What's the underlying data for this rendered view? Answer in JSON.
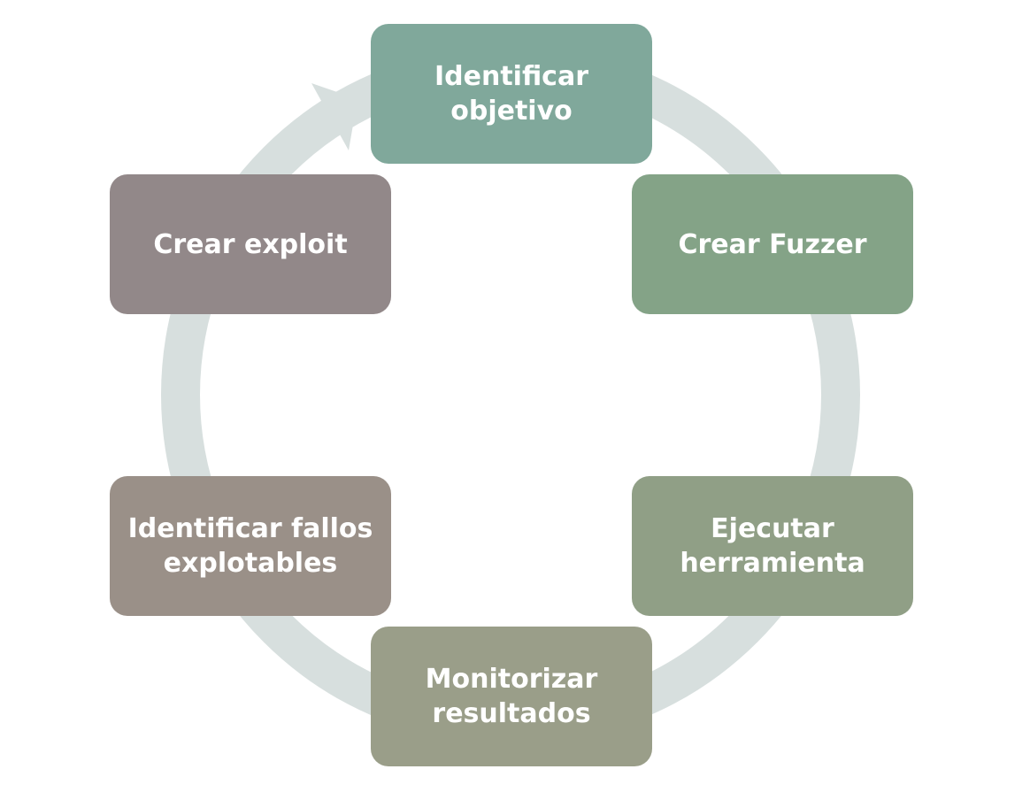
{
  "diagram": {
    "type": "cycle",
    "ring_color": "#d7dfde",
    "steps": [
      {
        "label": "Identificar\nobjetivo",
        "color": "#80a89b"
      },
      {
        "label": "Crear Fuzzer",
        "color": "#84a387"
      },
      {
        "label": "Ejecutar\nherramienta",
        "color": "#909f86"
      },
      {
        "label": "Monitorizar\nresultados",
        "color": "#9a9e89"
      },
      {
        "label": "Identificar fallos\nexplotables",
        "color": "#9a9088"
      },
      {
        "label": "Crear exploit",
        "color": "#928889"
      }
    ]
  }
}
